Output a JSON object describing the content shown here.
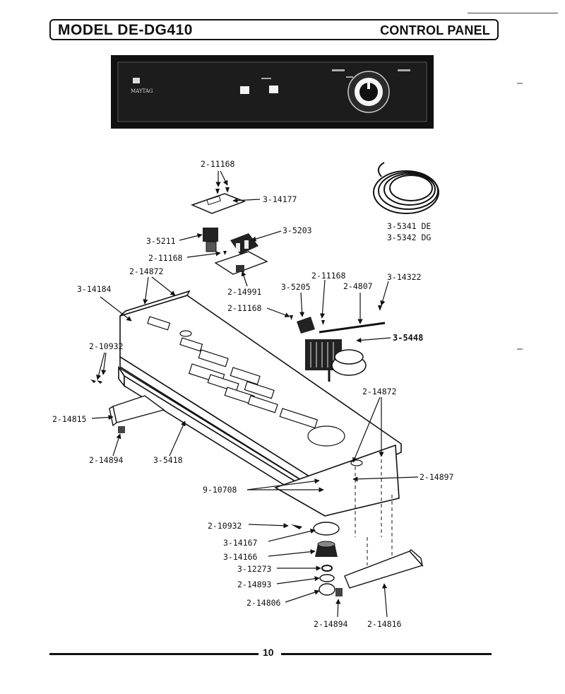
{
  "header": {
    "model": "MODEL DE-DG410",
    "section": "CONTROL PANEL"
  },
  "page_number": "10",
  "callouts": {
    "p2_11168_top": "2-11168",
    "p3_14177": "3-14177",
    "p3_5341": "3-5341 DE",
    "p3_5342": "3-5342 DG",
    "p3_5211": "3-5211",
    "p3_5203": "3-5203",
    "p2_11168_mid": "2-11168",
    "p2_14872_left": "2-14872",
    "p2_14991": "2-14991",
    "p2_11168_right": "2-11168",
    "p3_14322": "3-14322",
    "p3_14184": "3-14184",
    "p3_5205": "3-5205",
    "p2_4807": "2-4807",
    "p2_11168_low": "2-11168",
    "p3_5448": "3-5448",
    "p2_10932_left": "2-10932",
    "p2_14872_right": "2-14872",
    "p2_14815": "2-14815",
    "p2_14894_left": "2-14894",
    "p3_5418": "3-5418",
    "p2_14897": "2-14897",
    "p9_10708": "9-10708",
    "p2_10932_low": "2-10932",
    "p3_14167": "3-14167",
    "p3_14166": "3-14166",
    "p3_12273": "3-12273",
    "p2_14893": "2-14893",
    "p2_14806": "2-14806",
    "p2_14894_right": "2-14894",
    "p2_14816": "2-14816"
  },
  "panel": {
    "brand": "MAYTAG"
  }
}
